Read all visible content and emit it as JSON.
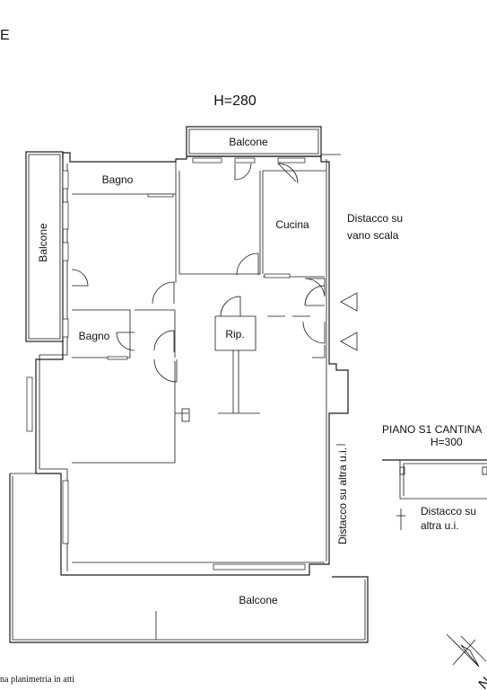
{
  "header": {
    "height_label": "H=280",
    "corner_mark": "E"
  },
  "rooms": {
    "balcone_top": "Balcone",
    "balcone_left": "Balcone",
    "balcone_bottom": "Balcone",
    "bagno_top": "Bagno",
    "bagno_left": "Bagno",
    "cucina": "Cucina",
    "ripostiglio": "Rip."
  },
  "notes": {
    "distacco_vano_line1": "Distacco su",
    "distacco_vano_line2": "vano scala",
    "distacco_vertical": "Distacco su altra u.i.",
    "distacco_cantina_line1": "Distacco su",
    "distacco_cantina_line2": "altra u.i."
  },
  "cantina": {
    "title": "PIANO S1 CANTINA",
    "height": "H=300"
  },
  "footer": {
    "caption": "na planimetria in atti",
    "north_letter": "N"
  }
}
